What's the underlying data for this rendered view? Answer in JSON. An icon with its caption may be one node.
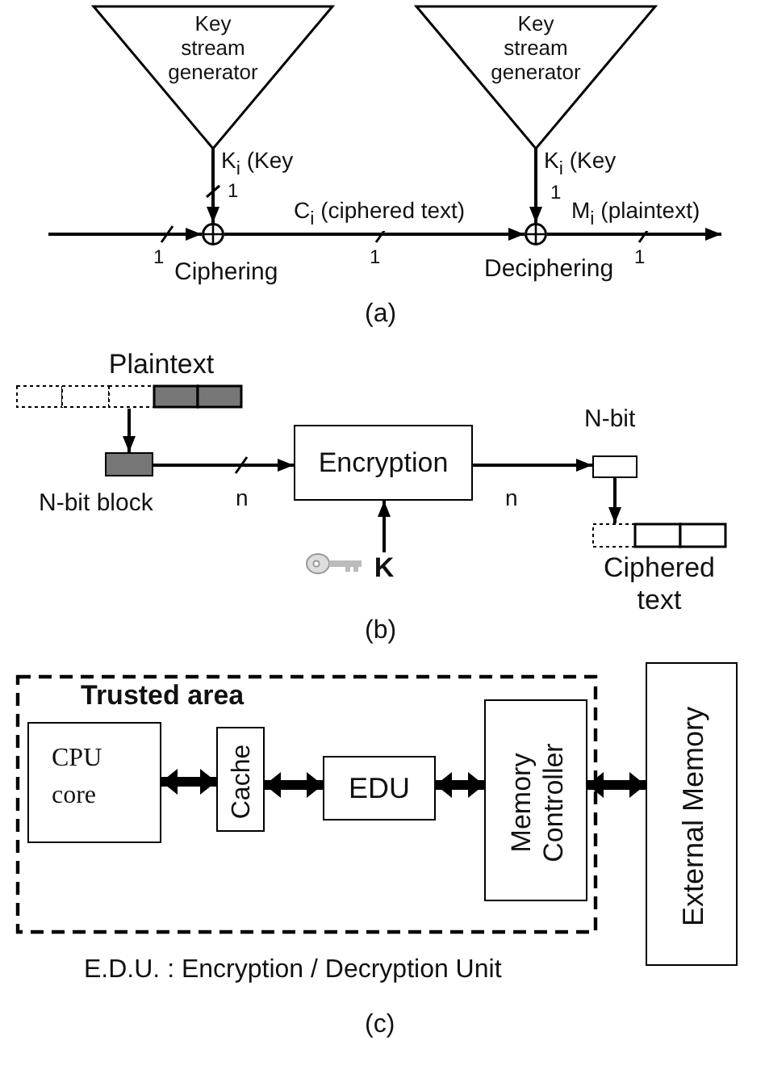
{
  "diagram": {
    "nodes": [
      {
        "text": [
          "Key stream generator"
        ]
      },
      {
        "text": [],
        "shape": "circle",
        "beside": [
          "Ciphering"
        ]
      },
      {
        "text": [
          "Key stream generator"
        ]
      },
      {
        "text": [],
        "shape": "circle",
        "beside": [
          "Deciphering"
        ]
      },
      {
        "text": [
          "Plaintext"
        ]
      },
      {
        "text": [],
        "shape": "box",
        "beside": [
          "N-bit block"
        ]
      },
      {
        "text": [
          "Encryption"
        ]
      },
      {
        "text": [
          "K"
        ]
      },
      {
        "text": [],
        "shape": "box",
        "beside": [
          "N-bit"
        ]
      },
      {
        "text": [
          "Ciphered text"
        ]
      },
      {
        "text": [
          "Trusted area"
        ]
      },
      {
        "text": [
          "CPU core"
        ],
        "in": 10
      },
      {
        "text": [
          "Cache"
        ],
        "in": 10
      },
      {
        "text": [
          "EDU"
        ],
        "in": 10
      },
      {
        "text": [
          "Memory Controller"
        ],
        "in": 10
      },
      {
        "text": [
          "External Memory"
        ]
      }
    ],
    "edges": [
      {
        "from": 0,
        "to": 1,
        "arrow": "to",
        "label": "K$_{i}$   (Key"
      },
      {
        "from": 2,
        "to": 3,
        "arrow": "to",
        "label": "K$_{i}$   (Key"
      },
      {
        "from": null,
        "to": 1,
        "arrow": "to"
      },
      {
        "from": 1,
        "to": 3,
        "arrow": "to",
        "label": "C$_{i}$ (ciphered text)"
      },
      {
        "from": 3,
        "to": null,
        "arrow": "to",
        "label": "M$_{i}$ (plaintext)"
      },
      {
        "from": 4,
        "to": 5,
        "arrow": "to"
      },
      {
        "from": 5,
        "to": 6,
        "arrow": "to",
        "label": "n"
      },
      {
        "from": 6,
        "to": 8,
        "arrow": "to",
        "label": "n"
      },
      {
        "from": 8,
        "to": 9,
        "arrow": "to"
      },
      {
        "from": 7,
        "to": 6,
        "arrow": "to"
      },
      {
        "from": 11,
        "to": 12,
        "arrow": "both",
        "style": "thick"
      },
      {
        "from": 12,
        "to": 13,
        "arrow": "both",
        "style": "thick"
      },
      {
        "from": 13,
        "to": 14,
        "arrow": "both",
        "style": "thick"
      },
      {
        "from": 14,
        "to": 15,
        "arrow": "both",
        "style": "thick"
      }
    ],
    "labels": [
      "1",
      "1",
      "1",
      "1",
      "1",
      "(a)",
      "(b)",
      "E.D.U. : Encryption / Decryption Unit",
      "(c)"
    ]
  }
}
